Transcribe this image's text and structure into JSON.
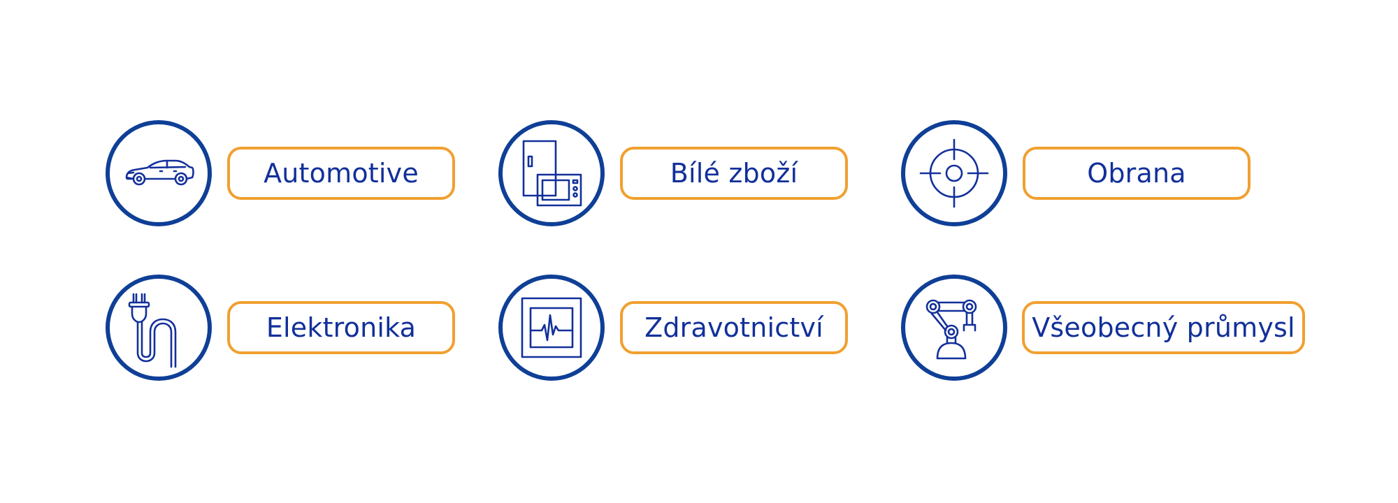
{
  "theme": {
    "ring_color": "#0f3f96",
    "pill_border_color": "#f0a030",
    "text_color": "#12309a",
    "background": "#ffffff"
  },
  "industries": [
    {
      "label": "Automotive",
      "icon": "car-icon"
    },
    {
      "label": "Bílé zboží",
      "icon": "appliances-icon"
    },
    {
      "label": "Obrana",
      "icon": "crosshair-icon"
    },
    {
      "label": "Elektronika",
      "icon": "plug-icon"
    },
    {
      "label": "Zdravotnictví",
      "icon": "heart-monitor-icon"
    },
    {
      "label": "Všeobecný průmysl",
      "icon": "robot-arm-icon"
    }
  ]
}
